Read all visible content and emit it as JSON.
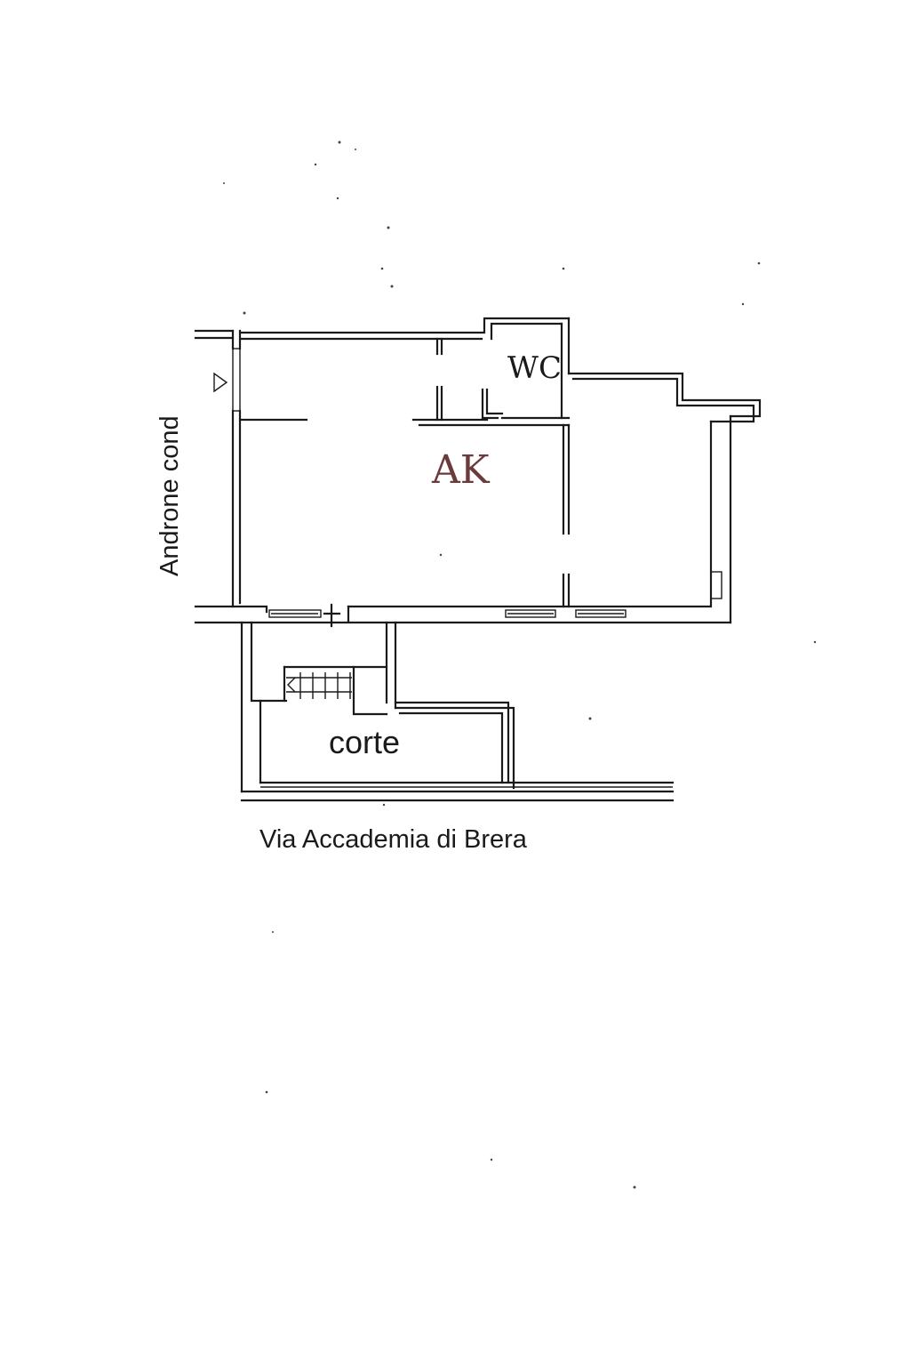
{
  "plan": {
    "labels": {
      "androne": "Androne cond",
      "wc": "WC",
      "unit": "AK",
      "corte": "corte",
      "street": "Via Accademia di Brera"
    },
    "colors": {
      "ink": "#1a1a1a",
      "unit_label": "#6b3a3a",
      "paper": "#ffffff"
    }
  }
}
